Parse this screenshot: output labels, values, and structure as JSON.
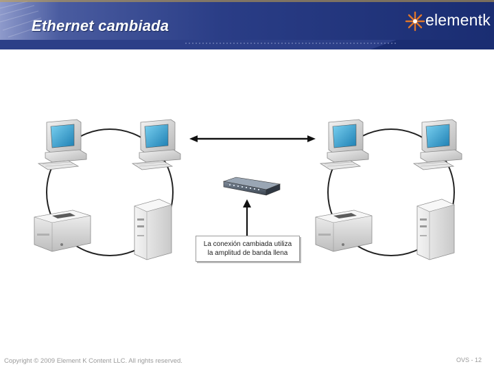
{
  "slide": {
    "title": "Ethernet cambiada",
    "logo_text": "elementk"
  },
  "diagram": {
    "callout_line1": "La conexión cambiada utiliza",
    "callout_line2": "la amplitud de banda llena"
  },
  "footer": {
    "copyright": "Copyright © 2009 Element K Content LLC. All rights reserved.",
    "page": "OVS - 12"
  },
  "colors": {
    "header_dark": "#1f3379",
    "header_light": "#9ea9cf",
    "logo_star": "#e0762a"
  }
}
